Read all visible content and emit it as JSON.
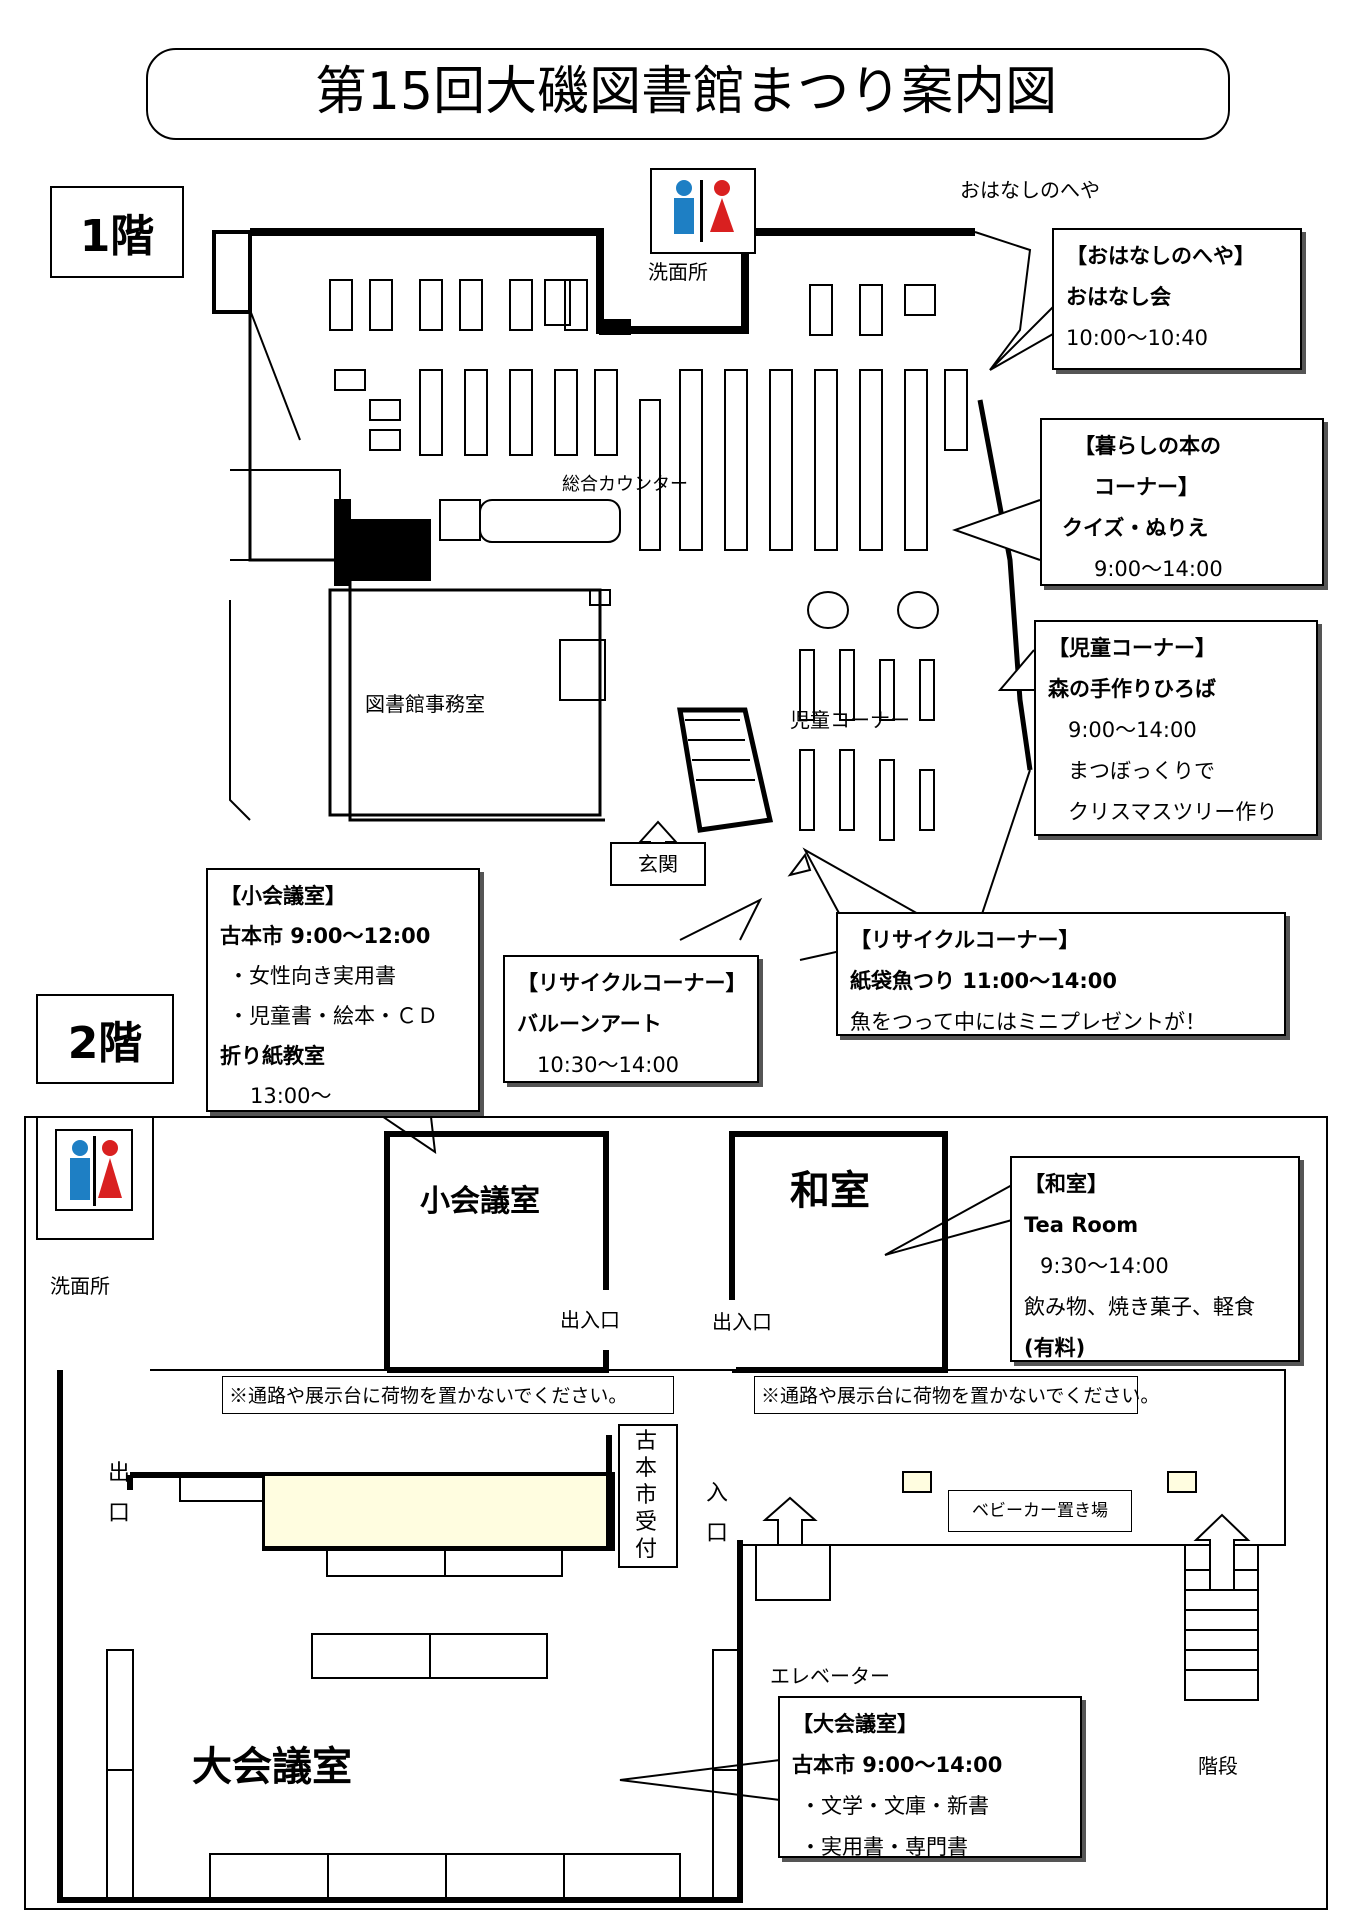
{
  "title": "第15回大磯図書館まつり案内図",
  "floor1": {
    "label": "1階",
    "restroom": "洗面所",
    "storyroom": "おはなしのへや",
    "counter": "総合カウンター",
    "office": "図書館事務室",
    "kids": "児童コーナー",
    "entrance": "玄関"
  },
  "floor2": {
    "label": "2階",
    "restroom": "洗面所",
    "small_room": "小会議室",
    "washitsu": "和室",
    "door1": "出入口",
    "door2": "出入口",
    "notice1": "※通路や展示台に荷物を置かないでください。",
    "notice2": "※通路や展示台に荷物を置かないでください。",
    "exit_chars": [
      "出",
      "口"
    ],
    "enter_chars": [
      "入",
      "口"
    ],
    "reception_chars": [
      "古",
      "本",
      "市",
      "受",
      "付"
    ],
    "stroller": "ベビーカー置き場",
    "elevator": "エレベーター",
    "stairs": "階段",
    "large_room": "大会議室"
  },
  "callouts": {
    "storyroom": {
      "title": "【おはなしのへや】",
      "lines": [
        "おはなし会",
        "10:00～10:40"
      ]
    },
    "living": {
      "title_lines": [
        "【暮らしの本の",
        "コーナー】"
      ],
      "lines": [
        "クイズ・ぬりえ",
        "9:00～14:00"
      ]
    },
    "kids": {
      "title": "【児童コーナー】",
      "lines": [
        "森の手作りひろば",
        "9:00～14:00",
        "まつぼっくりで",
        "クリスマスツリー作り"
      ]
    },
    "small_room": {
      "title": "【小会議室】",
      "lines": [
        "古本市 9:00～12:00",
        "・女性向き実用書",
        "・児童書・絵本・ＣＤ",
        "折り紙教室",
        "13:00～"
      ]
    },
    "recycle1": {
      "title": "【リサイクルコーナー】",
      "lines": [
        "バルーンアート",
        "10:30～14:00"
      ]
    },
    "recycle2": {
      "title": "【リサイクルコーナー】",
      "lines": [
        "紙袋魚つり 11:00～14:00",
        "魚をつって中にはミニプレゼントが！"
      ]
    },
    "washitsu": {
      "title": "【和室】",
      "lines": [
        "Tea Room",
        "9:30～14:00",
        "飲み物、焼き菓子、軽食",
        "(有料)"
      ]
    },
    "large_room": {
      "title": "【大会議室】",
      "lines": [
        "古本市 9:00～14:00",
        "・文学・文庫・新書",
        "・実用書・専門書"
      ]
    }
  },
  "colors": {
    "male": "#1e7fc4",
    "female": "#d92020",
    "table_fill": "#fffde0"
  },
  "icons": [
    "restroom-icon",
    "entrance-arrow-icon",
    "up-arrow-icon"
  ]
}
